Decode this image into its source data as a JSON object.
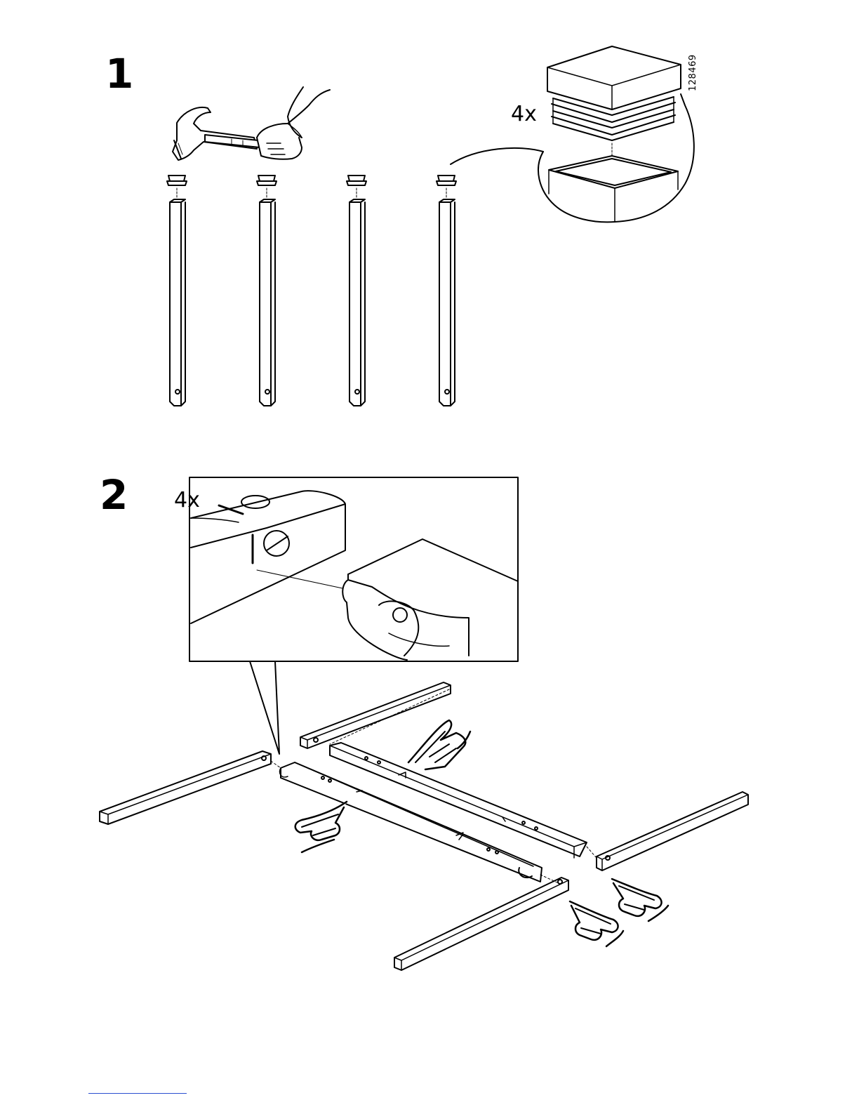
{
  "steps": [
    {
      "number": "1",
      "quantity": "4x",
      "part_number": "128469"
    },
    {
      "number": "2",
      "quantity": "4x"
    }
  ],
  "icons": [
    "hammer-icon",
    "hand-icon",
    "leg-cap-icon",
    "pointing-hand-icon"
  ],
  "colors": {
    "line": "#000000",
    "background": "#ffffff",
    "footer_rule": "#2a4fd0"
  }
}
